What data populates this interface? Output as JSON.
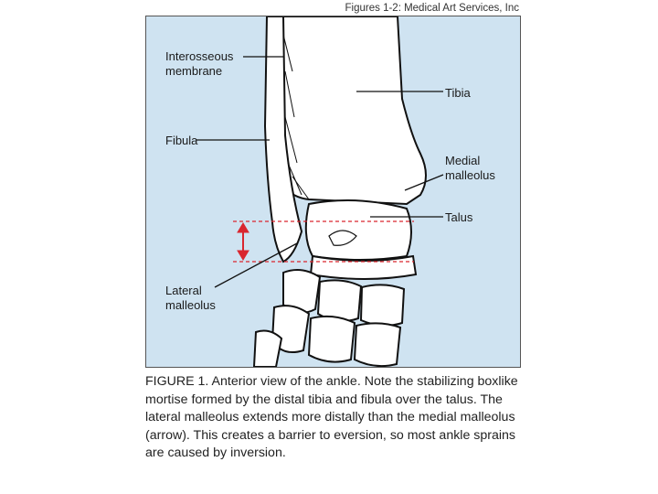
{
  "credit": "Figures 1-2: Medical Art Services, Inc",
  "labels": {
    "interosseous": "Interosseous\nmembrane",
    "tibia": "Tibia",
    "fibula": "Fibula",
    "medial_malleolus": "Medial\nmalleolus",
    "talus": "Talus",
    "lateral_malleolus": "Lateral\nmalleolus"
  },
  "caption": "FIGURE 1. Anterior view of the ankle. Note the stabilizing boxlike mortise formed by the distal tibia and fibula over the talus. The lateral malleolus extends more distally than the medial malleolus (arrow). This creates a barrier to eversion, so most ankle sprains are caused by inversion.",
  "colors": {
    "background": "#cfe3f1",
    "bone_fill": "#ffffff",
    "outline": "#111111",
    "arrow_red": "#d9262f"
  }
}
